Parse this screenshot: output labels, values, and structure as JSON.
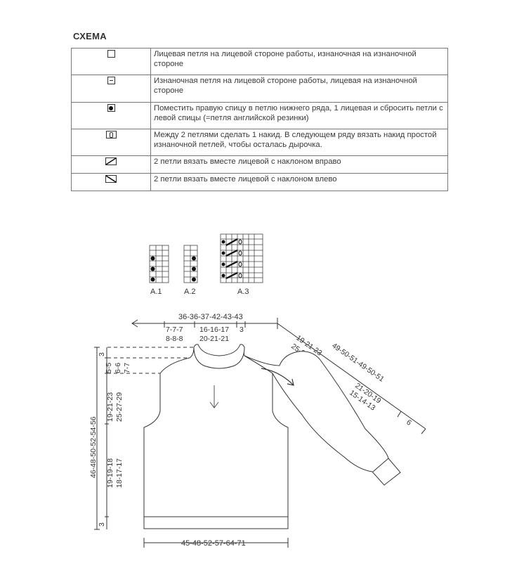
{
  "legend": {
    "title": "СХЕМА",
    "rows": [
      {
        "symbol": "knit-square-icon",
        "text": "Лицевая петля на лицевой стороне работы, изнаночная на изнаночной стороне"
      },
      {
        "symbol": "purl-dash-icon",
        "text": "Изнаночная петля на лицевой стороне работы, лицевая на изнаночной стороне"
      },
      {
        "symbol": "filled-dot-icon",
        "text": "Поместить правую спицу в петлю нижнего ряда, 1 лицевая и сбросить петли с левой спицы (=петля английской резинки)"
      },
      {
        "symbol": "yarn-over-icon",
        "text": "Между 2 петлями сделать 1 накид. В следующем ряду вязать накид простой изнаночной петлей, чтобы осталась дырочка."
      },
      {
        "symbol": "k2tog-right-icon",
        "text": "2 петли вязать вместе лицевой с наклоном вправо"
      },
      {
        "symbol": "k2tog-left-icon",
        "text": "2 петли вязать вместе лицевой с наклоном влево"
      }
    ]
  },
  "charts": {
    "a1": "A.1",
    "a2": "A.2",
    "a3": "A.3"
  },
  "measurements": {
    "top_width": "36-36-37-42-43-43",
    "shoulder_1": "7-7-7",
    "shoulder_2": "8-8-8",
    "neck_1": "16-16-17",
    "neck_2": "20-21-21",
    "neck_small": "3",
    "collar": "3",
    "neck_drop": "5-5",
    "neck_drop_2": "6-6",
    "neck_drop_3": "7-7",
    "yoke_1": "19-21-23",
    "yoke_2": "25-27-29",
    "body_total": "46-48-50-52-54-56",
    "body_1": "19-19-18",
    "body_2": "18-17-17",
    "rib": "3",
    "bottom_width": "45-48-52-57-64-71",
    "raglan_1": "19-21-23",
    "raglan_2": "25-27-29",
    "sleeve_total": "49-50-51-49-50-51",
    "sleeve_1": "21-20-19",
    "sleeve_2": "15-14-13",
    "cuff": "6"
  }
}
